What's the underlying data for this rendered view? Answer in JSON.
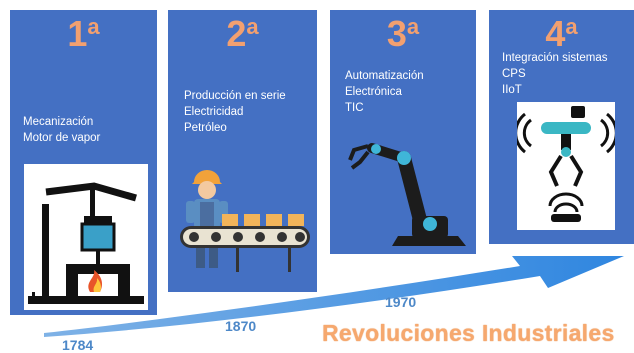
{
  "title": "Revoluciones Industriales",
  "revolutions": [
    {
      "number": "1",
      "ordinal": "a",
      "lines": "Mecanización\nMotor de vapor",
      "year": "1784",
      "icon": "steam-engine-icon"
    },
    {
      "number": "2",
      "ordinal": "a",
      "lines": "Producción en serie\nElectricidad\nPetróleo",
      "year": "1870",
      "icon": "assembly-line-worker-icon"
    },
    {
      "number": "3",
      "ordinal": "a",
      "lines": "Automatización\nElectrónica\nTIC",
      "year": "1970",
      "icon": "robot-arm-icon"
    },
    {
      "number": "4",
      "ordinal": "a",
      "lines": "Integración sistemas\nCPS\nIIoT",
      "year": "",
      "icon": "connected-robot-gripper-icon"
    }
  ],
  "colors": {
    "card": "#4470c3",
    "number": "#f2a070",
    "year": "#4d88c8",
    "title": "#f6a86e",
    "arrow": "#3a8ee0"
  }
}
